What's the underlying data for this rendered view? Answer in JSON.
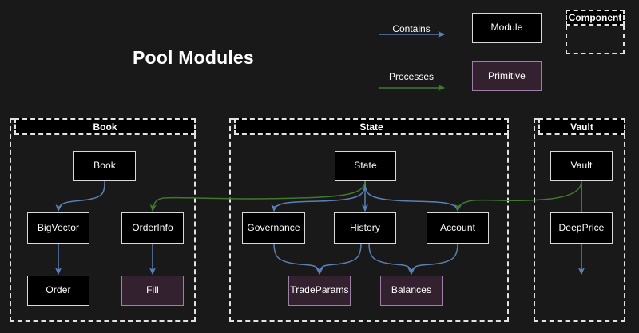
{
  "page": {
    "title": "Pool Modules",
    "background": "#191919"
  },
  "colors": {
    "module_fill": "#000000",
    "module_border": "#d9d9d9",
    "primitive_fill": "#33212f",
    "primitive_border": "#9f7fa6",
    "contains_arrow": "#5b7fb4",
    "processes_arrow": "#3d7a2c",
    "section_border": "#e2e2e2",
    "text": "#ffffff"
  },
  "legend": {
    "relations": [
      {
        "label": "Contains",
        "color": "#5b7fb4"
      },
      {
        "label": "Processes",
        "color": "#3d7a2c"
      }
    ],
    "shapes": [
      {
        "label": "Module",
        "kind": "module"
      },
      {
        "label": "Primitive",
        "kind": "primitive"
      }
    ],
    "component": {
      "label": "Component"
    }
  },
  "sections": [
    {
      "id": "book",
      "title": "Book"
    },
    {
      "id": "state",
      "title": "State"
    },
    {
      "id": "vault",
      "title": "Vault"
    }
  ],
  "nodes": {
    "book": {
      "label": "Book",
      "kind": "module",
      "section": "book"
    },
    "bigvector": {
      "label": "BigVector",
      "kind": "module",
      "section": "book"
    },
    "orderinfo": {
      "label": "OrderInfo",
      "kind": "module",
      "section": "book"
    },
    "order": {
      "label": "Order",
      "kind": "module",
      "section": "book"
    },
    "fill": {
      "label": "Fill",
      "kind": "primitive",
      "section": "book"
    },
    "state": {
      "label": "State",
      "kind": "module",
      "section": "state"
    },
    "governance": {
      "label": "Governance",
      "kind": "module",
      "section": "state"
    },
    "history": {
      "label": "History",
      "kind": "module",
      "section": "state"
    },
    "account": {
      "label": "Account",
      "kind": "module",
      "section": "state"
    },
    "tradeparams": {
      "label": "TradeParams",
      "kind": "primitive",
      "section": "state"
    },
    "balances": {
      "label": "Balances",
      "kind": "primitive",
      "section": "state"
    },
    "vault": {
      "label": "Vault",
      "kind": "module",
      "section": "vault"
    },
    "deepprice": {
      "label": "DeepPrice",
      "kind": "module",
      "section": "vault"
    }
  },
  "edges": [
    {
      "from": "book",
      "to": "bigvector",
      "relation": "Contains"
    },
    {
      "from": "book",
      "to": "orderinfo",
      "relation": "Contains"
    },
    {
      "from": "bigvector",
      "to": "order",
      "relation": "Contains"
    },
    {
      "from": "orderinfo",
      "to": "fill",
      "relation": "Contains"
    },
    {
      "from": "state",
      "to": "governance",
      "relation": "Contains"
    },
    {
      "from": "state",
      "to": "history",
      "relation": "Contains"
    },
    {
      "from": "state",
      "to": "account",
      "relation": "Contains"
    },
    {
      "from": "governance",
      "to": "tradeparams",
      "relation": "Contains"
    },
    {
      "from": "history",
      "to": "tradeparams",
      "relation": "Contains"
    },
    {
      "from": "history",
      "to": "balances",
      "relation": "Contains"
    },
    {
      "from": "account",
      "to": "balances",
      "relation": "Contains"
    },
    {
      "from": "vault",
      "to": "deepprice",
      "relation": "Contains"
    },
    {
      "from": "state",
      "to": "orderinfo",
      "relation": "Processes"
    },
    {
      "from": "vault",
      "to": "account",
      "relation": "Processes"
    }
  ]
}
